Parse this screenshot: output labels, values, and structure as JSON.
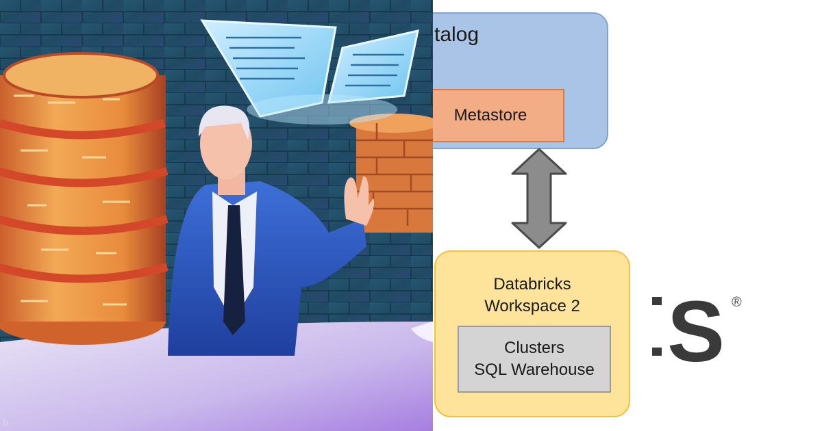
{
  "diagram": {
    "catalog": {
      "title": "talog",
      "metastore_label": "Metastore"
    },
    "connector": "bidirectional-arrow",
    "workspace": {
      "title_line1": "Databricks",
      "title_line2": "Workspace 2",
      "compute_line1": "Clusters",
      "compute_line2": "SQL Warehouse"
    }
  },
  "logo": {
    "text": "S",
    "registered_mark": "®"
  },
  "illustration": {
    "subject": "person-with-data-barrels-and-brick-wall",
    "corner_mark": "b"
  },
  "colors": {
    "catalog_fill": "#a9c4e6",
    "metastore_fill": "#f2ad86",
    "workspace_fill": "#fee49a",
    "compute_fill": "#d4d4d4",
    "arrow_fill": "#8c8c8c"
  }
}
